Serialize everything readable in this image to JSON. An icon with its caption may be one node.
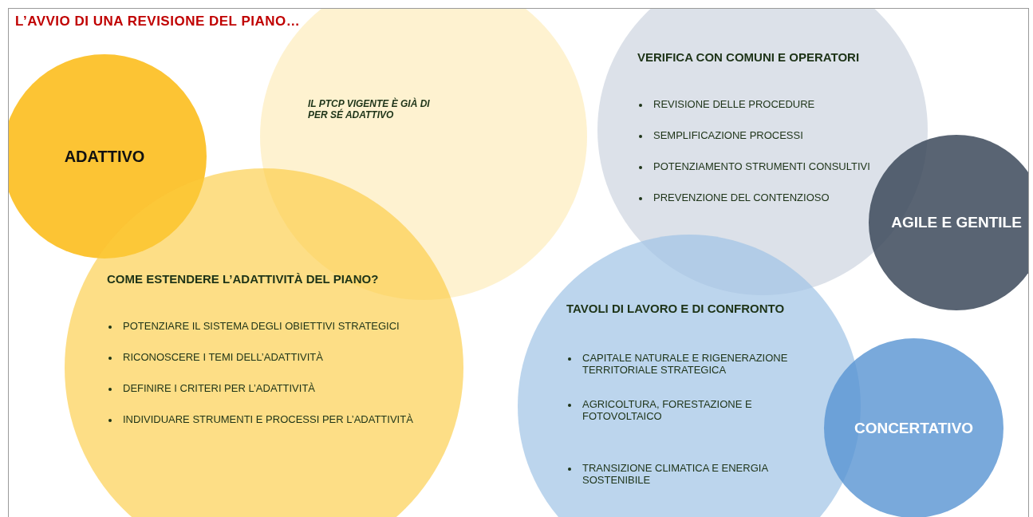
{
  "diagram": {
    "title": "L’AVVIO DI UNA REVISIONE DEL PIANO…",
    "nodes": [
      {
        "text": [
          "ADATTIVO"
        ]
      },
      {
        "text": [
          "IL PTCP VIGENTE È GIÀ DI PER SÉ ADATTIVO"
        ]
      },
      {
        "text": [
          "COME ESTENDERE L’ADATTIVITÀ DEL PIANO?",
          "POTENZIARE IL SISTEMA DEGLI OBIETTIVI STRATEGICI",
          "RICONOSCERE I TEMI DELL’ADATTIVITÀ",
          "DEFINIRE I CRITERI PER L’ADATTIVITÀ",
          "INDIVIDUARE STRUMENTI E PROCESSI PER L’ADATTIVITÀ"
        ]
      },
      {
        "text": [
          "VERIFICA CON COMUNI E OPERATORI",
          "REVISIONE DELLE PROCEDURE",
          "SEMPLIFICAZIONE PROCESSI",
          "POTENZIAMENTO STRUMENTI CONSULTIVI",
          "PREVENZIONE DEL CONTENZIOSO"
        ]
      },
      {
        "text": [
          "AGILE E GENTILE"
        ]
      },
      {
        "text": [
          "TAVOLI DI LAVORO E DI CONFRONTO",
          "CAPITALE NATURALE E RIGENERAZIONE TERRITORIALE STRATEGICA",
          "AGRICOLTURA, FORESTAZIONE E FOTOVOLTAICO",
          "TRANSIZIONE CLIMATICA E ENERGIA SOSTENIBILE"
        ]
      },
      {
        "text": [
          "CONCERTATIVO"
        ]
      }
    ],
    "edges": []
  }
}
